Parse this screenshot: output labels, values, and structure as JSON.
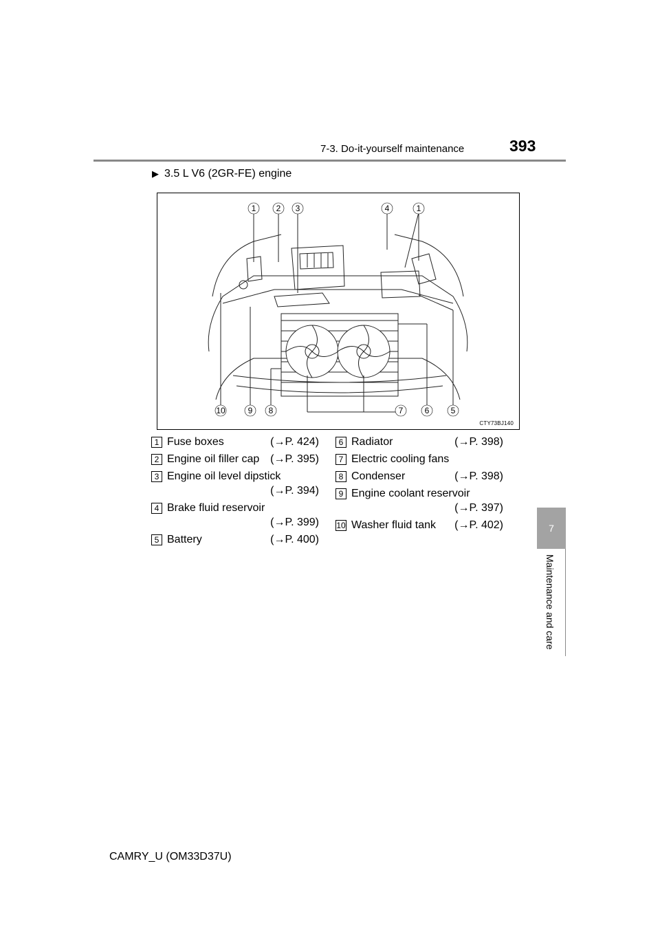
{
  "header": {
    "section": "7-3. Do-it-yourself maintenance",
    "page_number": "393"
  },
  "side_tab": {
    "number": "7",
    "label": "Maintenance and care"
  },
  "heading": {
    "bullet_icon": "right-triangle-icon",
    "text": "3.5 L V6 (2GR-FE) engine"
  },
  "figure": {
    "code": "CTY73BJ140",
    "callouts_top": [
      "1",
      "2",
      "3",
      "4",
      "1"
    ],
    "callouts_bottom": [
      "10",
      "9",
      "8",
      "7",
      "6",
      "5"
    ]
  },
  "legend": {
    "left": [
      {
        "num": "1",
        "label": "Fuse boxes",
        "ref": "(→P. 424)"
      },
      {
        "num": "2",
        "label": "Engine oil filler cap",
        "ref": "(→P. 395)"
      },
      {
        "num": "3",
        "label": "Engine oil level dipstick",
        "ref": "(→P. 394)"
      },
      {
        "num": "4",
        "label": "Brake fluid reservoir",
        "ref": "(→P. 399)"
      },
      {
        "num": "5",
        "label": "Battery",
        "ref": "(→P. 400)"
      }
    ],
    "right": [
      {
        "num": "6",
        "label": "Radiator",
        "ref": "(→P. 398)"
      },
      {
        "num": "7",
        "label": "Electric cooling fans",
        "ref": ""
      },
      {
        "num": "8",
        "label": "Condenser",
        "ref": "(→P. 398)"
      },
      {
        "num": "9",
        "label": "Engine coolant reservoir",
        "ref": "(→P. 397)"
      },
      {
        "num": "10",
        "label": "Washer fluid tank",
        "ref": "(→P. 402)"
      }
    ]
  },
  "footer": {
    "text": "CAMRY_U (OM33D37U)"
  }
}
